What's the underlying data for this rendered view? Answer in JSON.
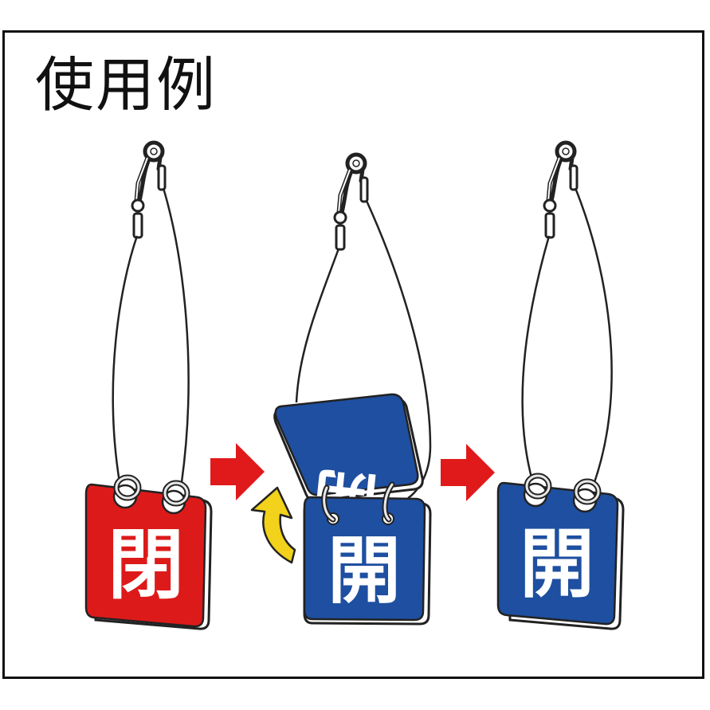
{
  "heading": "使用例",
  "tags": {
    "closed_label": "閉",
    "open_label": "開",
    "flipped_label": "開"
  },
  "colors": {
    "closed_red": "#dd1a1a",
    "open_blue": "#1e4fa0",
    "arrow_red": "#e01a1a",
    "flip_arrow_yellow": "#f2d21a",
    "frame_border": "#111111"
  },
  "icons": [
    "wire-hook-icon",
    "right-arrow-icon",
    "curved-flip-arrow-icon"
  ]
}
